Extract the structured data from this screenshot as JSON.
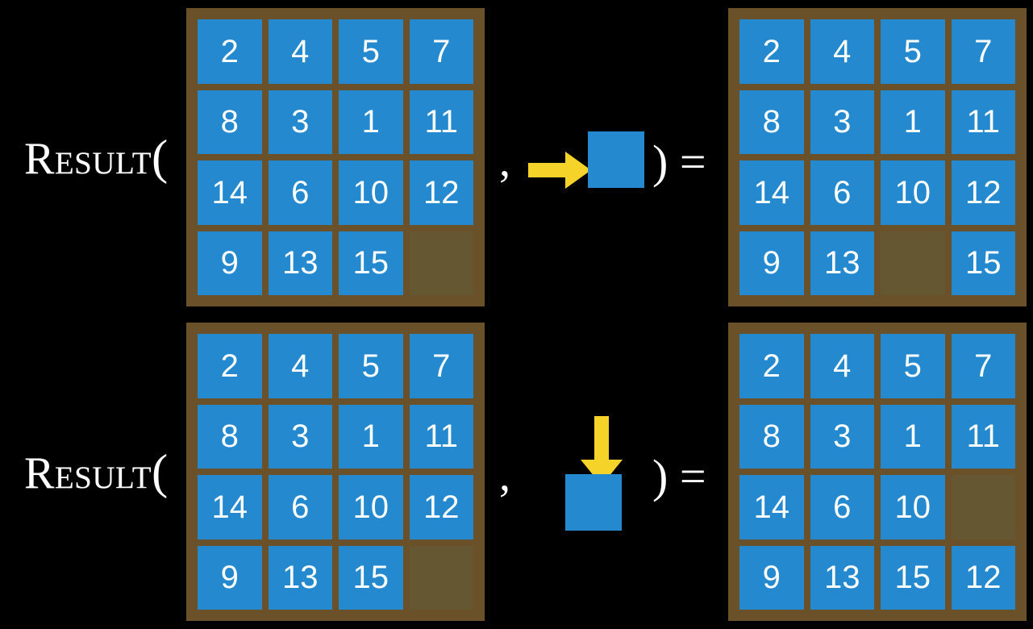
{
  "colors": {
    "background": "#000000",
    "tile": "#2489ce",
    "board_frame": "#6a5129",
    "empty_slot": "#665733",
    "arrow": "#f5d328",
    "text": "#ffffff"
  },
  "equations": [
    {
      "id": "equation-row-1",
      "label": "Result",
      "open_paren": "(",
      "separator": ",",
      "close_paren": ")",
      "equals": "=",
      "action": {
        "icon": "arrow-right-icon",
        "direction": "right",
        "description": "move blank right"
      },
      "input_board": {
        "rows": [
          [
            "2",
            "4",
            "5",
            "7"
          ],
          [
            "8",
            "3",
            "1",
            "11"
          ],
          [
            "14",
            "6",
            "10",
            "12"
          ],
          [
            "9",
            "13",
            "15",
            ""
          ]
        ]
      },
      "output_board": {
        "rows": [
          [
            "2",
            "4",
            "5",
            "7"
          ],
          [
            "8",
            "3",
            "1",
            "11"
          ],
          [
            "14",
            "6",
            "10",
            "12"
          ],
          [
            "9",
            "13",
            "",
            "15"
          ]
        ]
      }
    },
    {
      "id": "equation-row-2",
      "label": "Result",
      "open_paren": "(",
      "separator": ",",
      "close_paren": ")",
      "equals": "=",
      "action": {
        "icon": "arrow-down-icon",
        "direction": "down",
        "description": "move blank down"
      },
      "input_board": {
        "rows": [
          [
            "2",
            "4",
            "5",
            "7"
          ],
          [
            "8",
            "3",
            "1",
            "11"
          ],
          [
            "14",
            "6",
            "10",
            "12"
          ],
          [
            "9",
            "13",
            "15",
            ""
          ]
        ]
      },
      "output_board": {
        "rows": [
          [
            "2",
            "4",
            "5",
            "7"
          ],
          [
            "8",
            "3",
            "1",
            "11"
          ],
          [
            "14",
            "6",
            "10",
            ""
          ],
          [
            "9",
            "13",
            "15",
            "12"
          ]
        ]
      }
    }
  ]
}
